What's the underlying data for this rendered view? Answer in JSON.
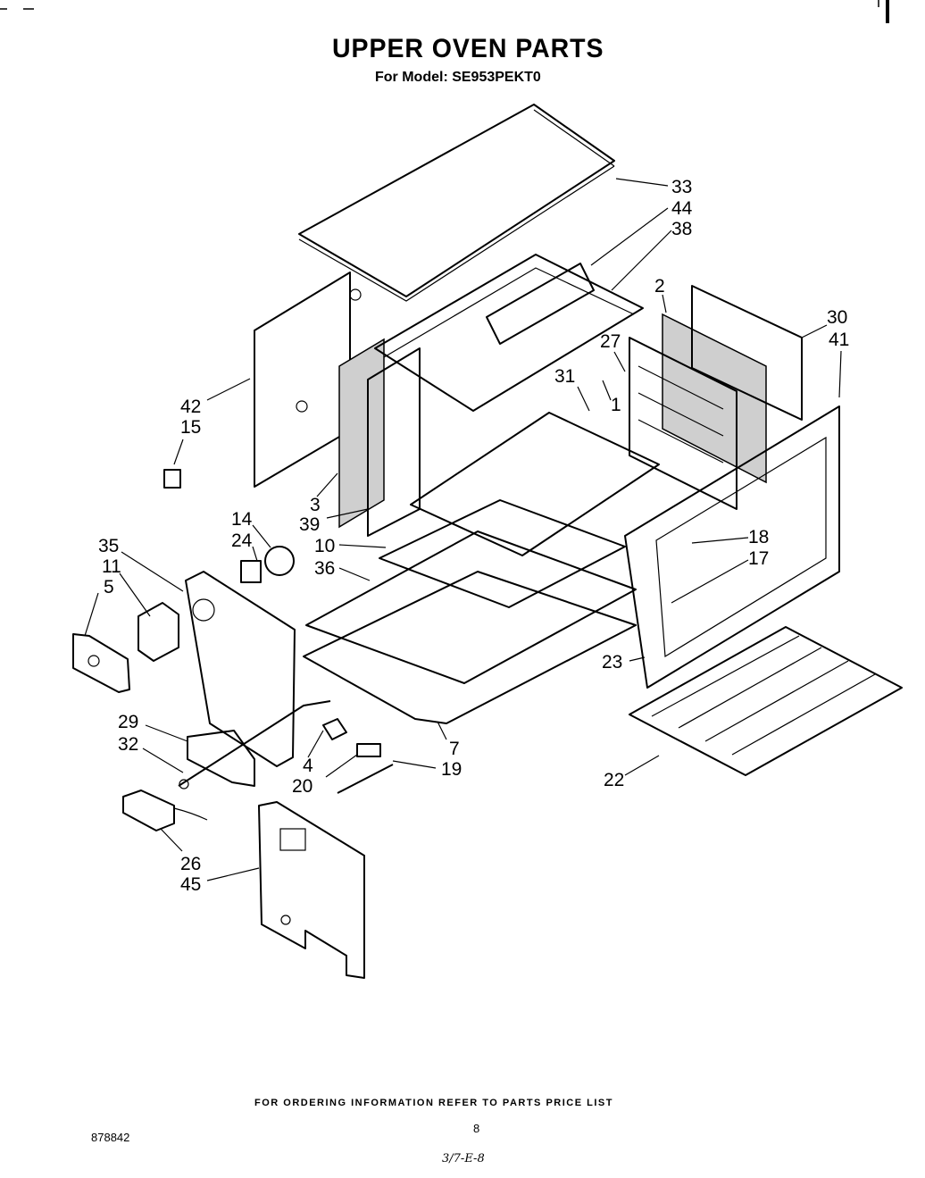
{
  "header": {
    "title": "UPPER OVEN PARTS",
    "subtitle": "For Model: SE953PEKT0"
  },
  "footer": {
    "ordering_note": "FOR ORDERING INFORMATION REFER TO PARTS PRICE LIST",
    "page_number": "8",
    "document_number": "878842",
    "handwritten_note": "3/7-E-8"
  },
  "callouts": [
    {
      "id": "33",
      "label": "33"
    },
    {
      "id": "44",
      "label": "44"
    },
    {
      "id": "38",
      "label": "38"
    },
    {
      "id": "2",
      "label": "2"
    },
    {
      "id": "30",
      "label": "30"
    },
    {
      "id": "41",
      "label": "41"
    },
    {
      "id": "27",
      "label": "27"
    },
    {
      "id": "31",
      "label": "31"
    },
    {
      "id": "1",
      "label": "1"
    },
    {
      "id": "42",
      "label": "42"
    },
    {
      "id": "15",
      "label": "15"
    },
    {
      "id": "3",
      "label": "3"
    },
    {
      "id": "39",
      "label": "39"
    },
    {
      "id": "14",
      "label": "14"
    },
    {
      "id": "24",
      "label": "24"
    },
    {
      "id": "10",
      "label": "10"
    },
    {
      "id": "36",
      "label": "36"
    },
    {
      "id": "18",
      "label": "18"
    },
    {
      "id": "17",
      "label": "17"
    },
    {
      "id": "35",
      "label": "35"
    },
    {
      "id": "11",
      "label": "11"
    },
    {
      "id": "5",
      "label": "5"
    },
    {
      "id": "23",
      "label": "23"
    },
    {
      "id": "29",
      "label": "29"
    },
    {
      "id": "32",
      "label": "32"
    },
    {
      "id": "4",
      "label": "4"
    },
    {
      "id": "7",
      "label": "7"
    },
    {
      "id": "20",
      "label": "20"
    },
    {
      "id": "19",
      "label": "19"
    },
    {
      "id": "22",
      "label": "22"
    },
    {
      "id": "26",
      "label": "26"
    },
    {
      "id": "45",
      "label": "45"
    }
  ]
}
